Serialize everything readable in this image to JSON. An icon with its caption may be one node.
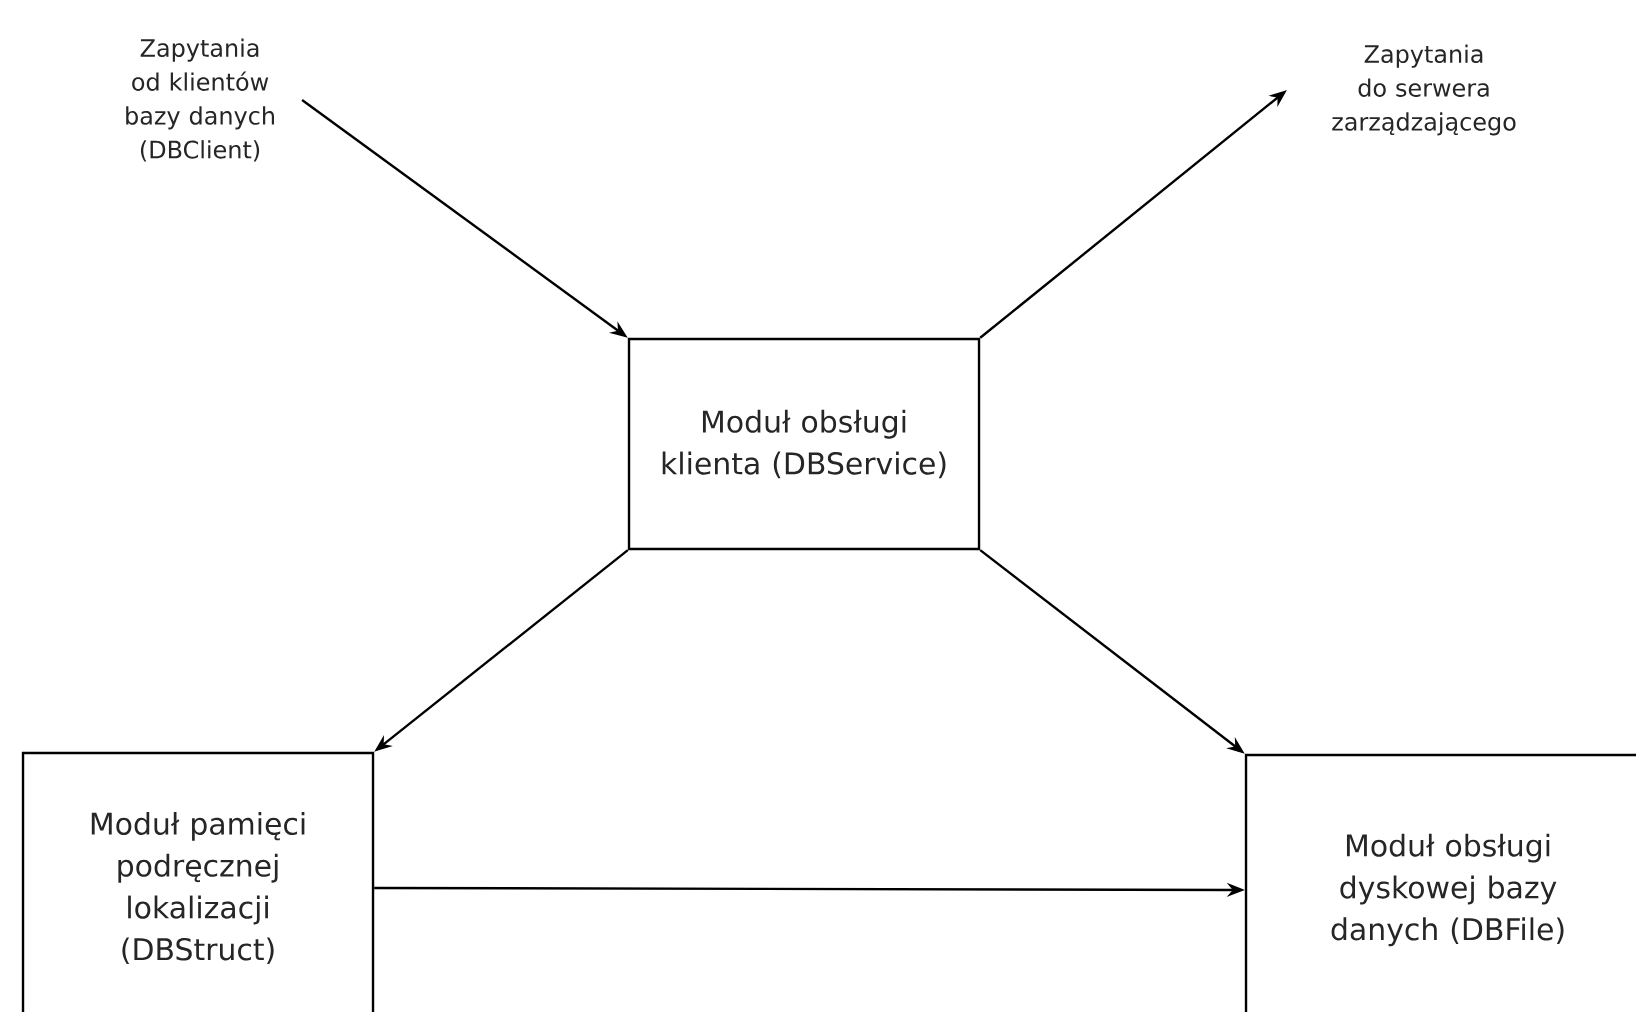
{
  "diagram": {
    "nodes": [
      {
        "text": [
          "Zapytania od klientów bazy danych (DBClient)"
        ]
      },
      {
        "text": [
          "Zapytania do serwera zarządzającego"
        ]
      },
      {
        "text": [
          "Moduł obsługi klienta (DBService)"
        ]
      },
      {
        "text": [
          "Moduł pamięci podręcznej lokalizacji (DBStruct)"
        ]
      },
      {
        "text": [
          "Moduł obsługi dyskowej bazy danych (DBFile)"
        ]
      }
    ],
    "edges": [
      {
        "from": 0,
        "to": 2,
        "arrow": "to"
      },
      {
        "from": 2,
        "to": 1,
        "arrow": "to"
      },
      {
        "from": 2,
        "to": 3,
        "arrow": "to"
      },
      {
        "from": 2,
        "to": 4,
        "arrow": "to"
      },
      {
        "from": 3,
        "to": 4,
        "arrow": "to"
      }
    ]
  }
}
